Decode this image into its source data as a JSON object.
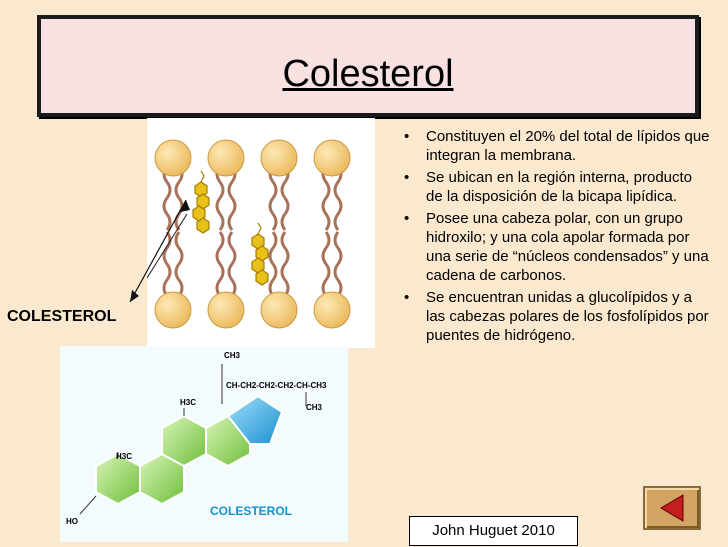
{
  "slide": {
    "title": "Colesterol",
    "side_label": "COLESTEROL",
    "bullets": [
      "Constituyen el 20% del total de lípidos que integran la membrana.",
      "Se ubican en la región interna, producto de la disposición de la bicapa lipídica.",
      "Posee una cabeza polar, con un grupo hidroxilo;  y una cola apolar formada por una serie de “núcleos condensados” y una cadena de carbonos.",
      "Se encuentran unidas a glucolípidos y a las cabezas polares de los fosfolípidos por puentes de hidrógeno."
    ],
    "author": "John Huguet 2010"
  },
  "structure": {
    "ch3_top": "CH3",
    "chain": "CH-CH2-CH2-CH2-CH-CH3",
    "ch3_right": "CH3",
    "h3c_upper": "H3C",
    "h3c_lower": "H3C",
    "ho": "HO",
    "name": "COLESTEROL"
  },
  "nav": {
    "prev_icon": "triangle-left-icon"
  },
  "colors": {
    "background": "#fbe9cf",
    "title_box": "#f7e1e1",
    "head": "#f3c96c",
    "tail": "#a9725a",
    "sterol": "#e8c21a",
    "ring_green": "#8fd15c",
    "ring_blue": "#2aa9e0",
    "button": "#d3a464",
    "button_icon": "#c41e1e"
  }
}
